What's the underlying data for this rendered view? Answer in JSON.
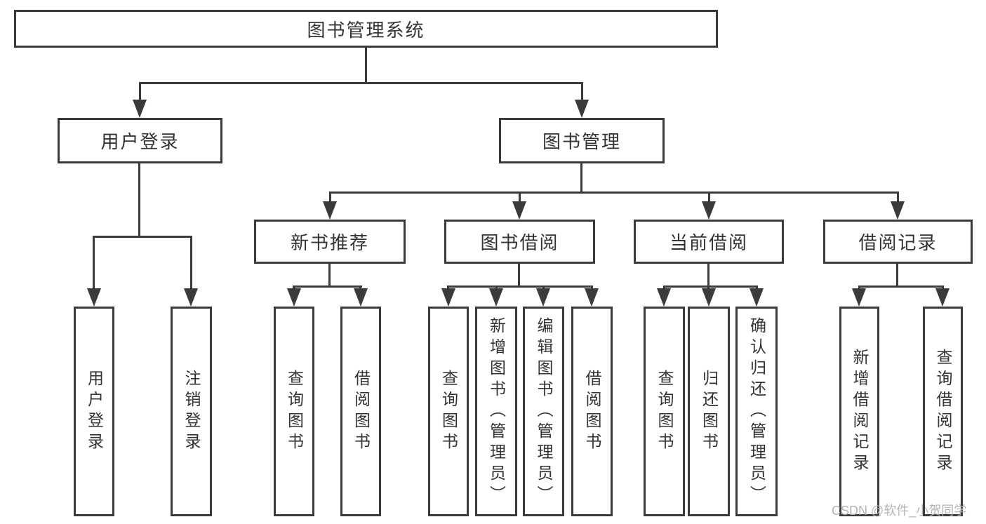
{
  "diagram": {
    "root": {
      "label": "图书管理系统"
    },
    "level2": [
      {
        "label": "用户登录"
      },
      {
        "label": "图书管理"
      }
    ],
    "level3": [
      {
        "label": "新书推荐"
      },
      {
        "label": "图书借阅"
      },
      {
        "label": "当前借阅"
      },
      {
        "label": "借阅记录"
      }
    ],
    "leaves": {
      "user_login": [
        {
          "label": "用户登录"
        },
        {
          "label": "注销登录"
        }
      ],
      "new_books": [
        {
          "label": "查询图书"
        },
        {
          "label": "借阅图书"
        }
      ],
      "book_borrow": [
        {
          "label": "查询图书"
        },
        {
          "label": "新增图书（管理员）"
        },
        {
          "label": "编辑图书（管理员）"
        },
        {
          "label": "借阅图书"
        }
      ],
      "current_borrow": [
        {
          "label": "查询图书"
        },
        {
          "label": "归还图书"
        },
        {
          "label": "确认归还（管理员）"
        }
      ],
      "borrow_records": [
        {
          "label": "新增借阅记录"
        },
        {
          "label": "查询借阅记录"
        }
      ]
    }
  },
  "watermark": "CSDN @软件_小贺同学",
  "colors": {
    "line": "#3a3a3a",
    "text": "#333333",
    "background": "#ffffff",
    "watermark": "#b4b4b4"
  }
}
